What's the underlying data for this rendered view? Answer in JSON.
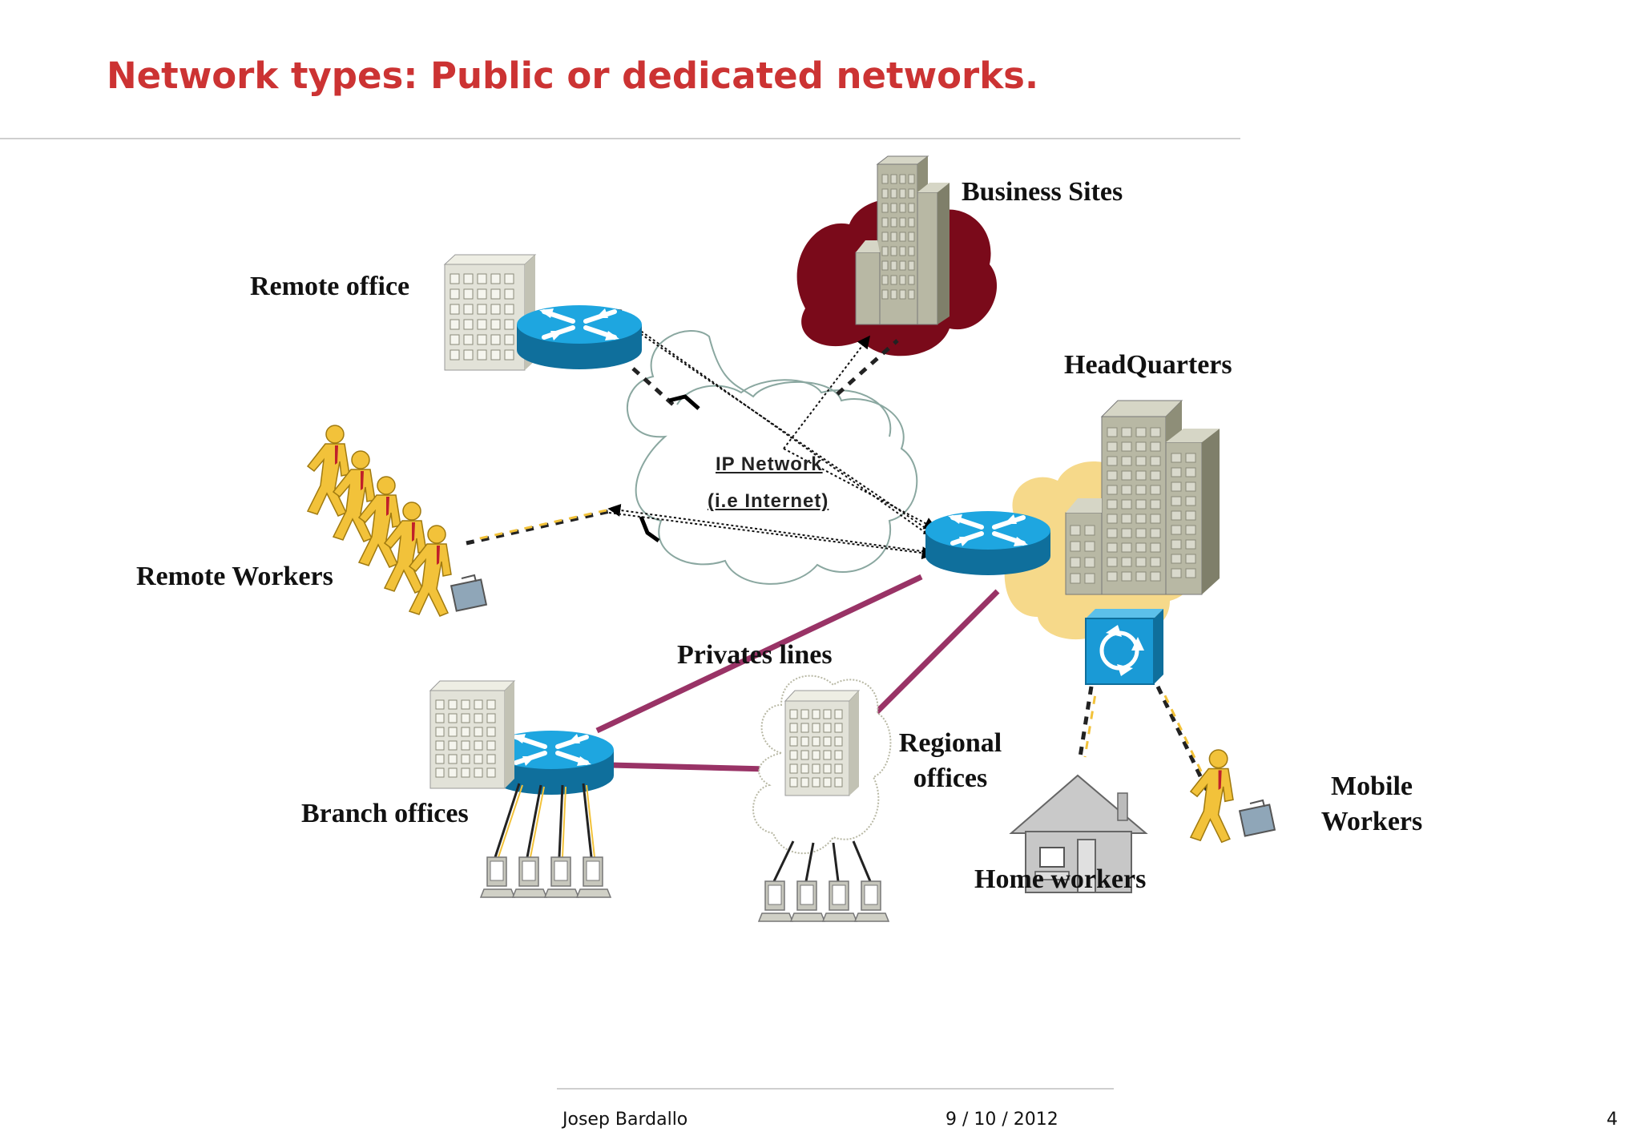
{
  "slide": {
    "title": "Network types: Public or dedicated networks.",
    "footer_author": "Josep Bardallo",
    "footer_date": "9 / 10 / 2012",
    "page_number": "4"
  },
  "diagram": {
    "cloud_line1": "IP Network",
    "cloud_line2": "(i.e Internet)",
    "labels": {
      "business_sites": "Business Sites",
      "remote_office": "Remote office",
      "headquarters": "HeadQuarters",
      "remote_workers": "Remote Workers",
      "private_lines": "Privates lines",
      "regional_line1": "Regional",
      "regional_line2": "offices",
      "branch_offices": "Branch offices",
      "home_workers": "Home workers",
      "mobile_line1": "Mobile",
      "mobile_line2": "Workers"
    },
    "colors": {
      "title": "#cc3333",
      "router": "#1a9ad6",
      "private_line": "#993366",
      "business_cloud": "#7a0a1a",
      "hq_blob": "#f6d98a",
      "worker": "#f2c23a"
    }
  }
}
